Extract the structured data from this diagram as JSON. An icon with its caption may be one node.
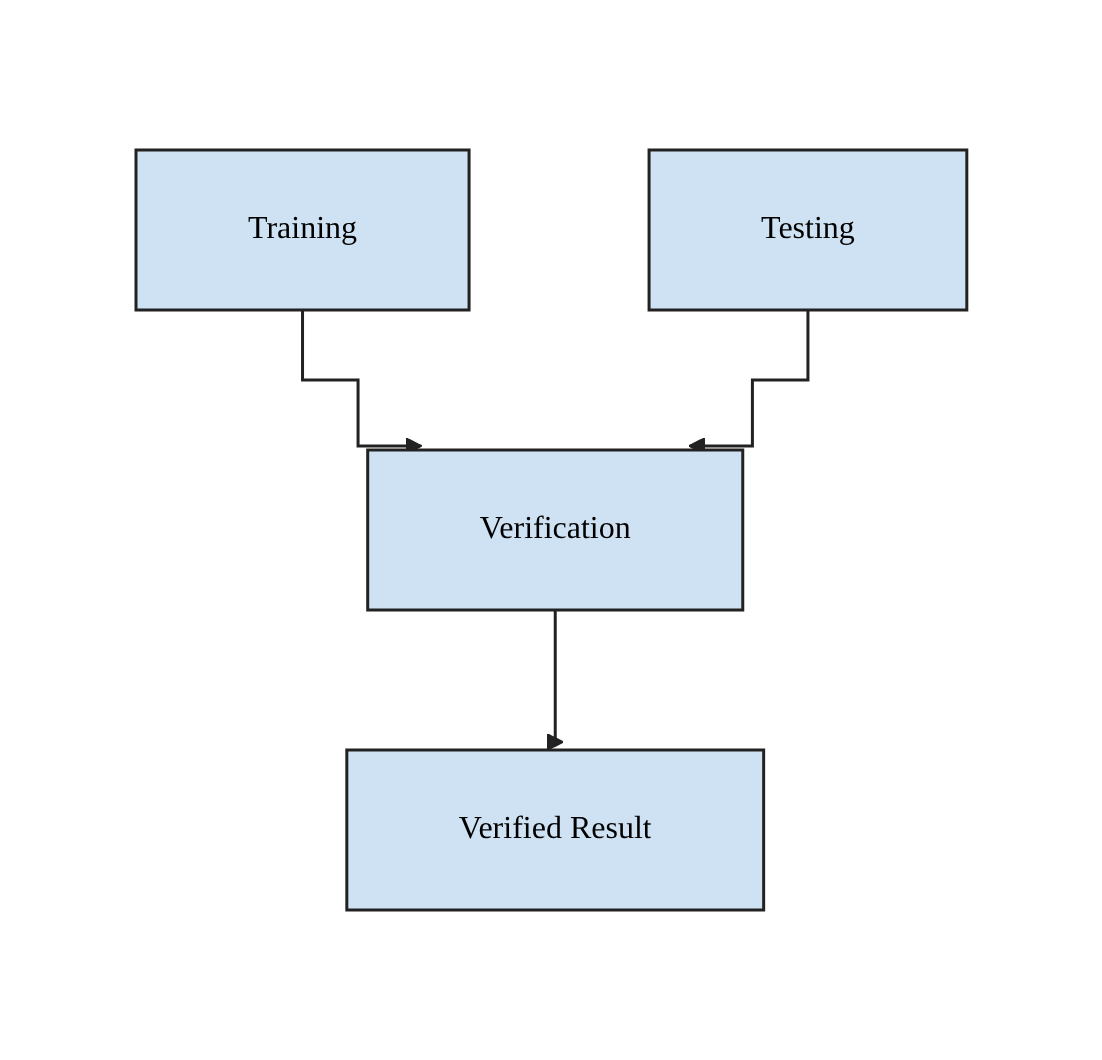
{
  "diagram": {
    "nodes": [
      {
        "text": [
          "Training"
        ]
      },
      {
        "text": [
          "Testing"
        ]
      },
      {
        "text": [
          "Verification"
        ]
      },
      {
        "text": [
          "Verified Result"
        ]
      }
    ],
    "edges": [
      {
        "from": 0,
        "to": 2,
        "arrow": "to"
      },
      {
        "from": 1,
        "to": 2,
        "arrow": "to"
      },
      {
        "from": 2,
        "to": 3,
        "arrow": "to"
      }
    ]
  }
}
